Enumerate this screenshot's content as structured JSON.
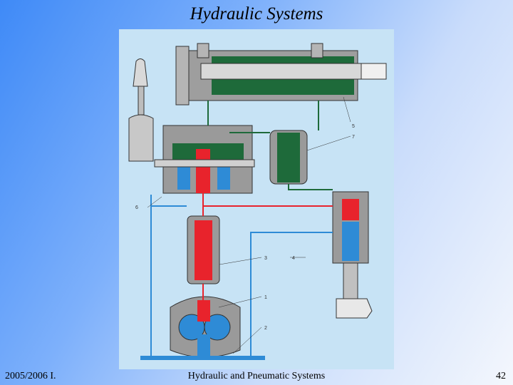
{
  "slide": {
    "title": "Hydraulic Systems",
    "footer_left": "2005/2006 I.",
    "footer_center": "Hydraulic and Pneumatic Systems",
    "page_number": "42"
  },
  "figure": {
    "callouts": [
      "1",
      "2",
      "3",
      "4",
      "5",
      "6",
      "7"
    ]
  },
  "colors": {
    "background_start": "#3f8af7",
    "background_end": "#f4f7fd",
    "figure_background": "#c7e3f5",
    "pressure_line": "#e8232c",
    "return_line": "#2e8bd6",
    "cylinder_green": "#1e6a3a",
    "housing_gray": "#9a9a9a"
  }
}
